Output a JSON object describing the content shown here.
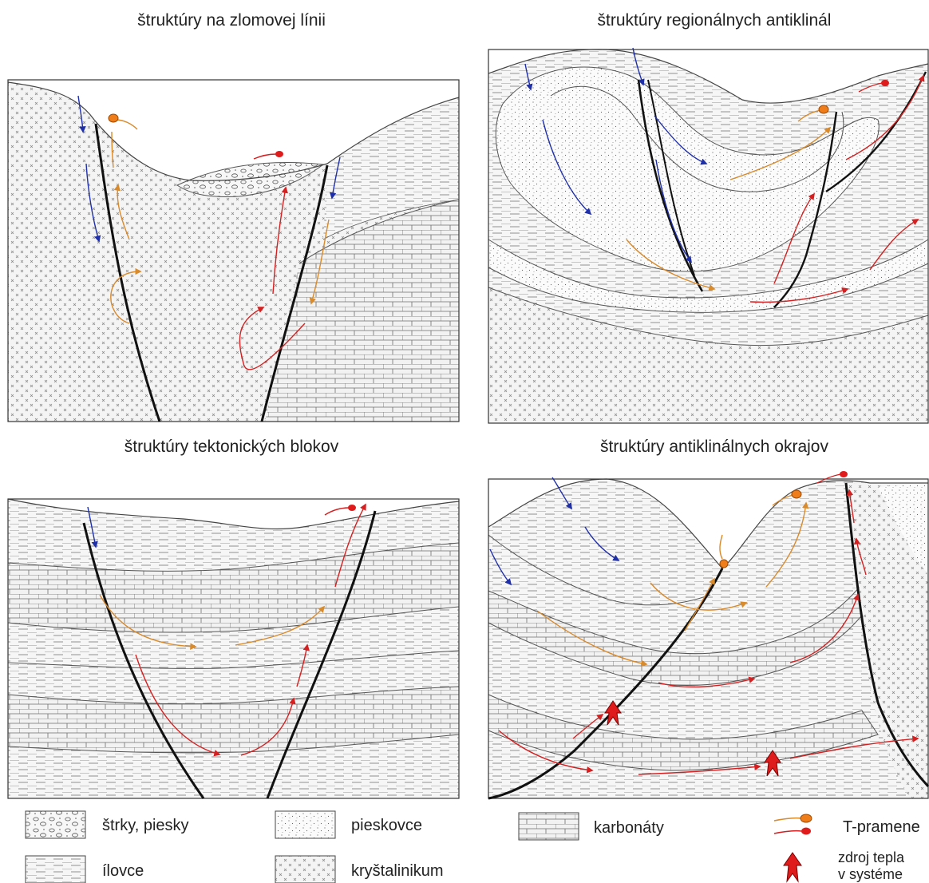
{
  "titles": {
    "top_left": "štruktúry na zlomovej línii",
    "top_right": "štruktúry regionálnych antiklinál",
    "bottom_left": "štruktúry tektonických blokov",
    "bottom_right": "štruktúry antiklinálnych okrajov"
  },
  "legend": {
    "gravel": "štrky, piesky",
    "sandstone": "pieskovce",
    "carbonates": "karbonáty",
    "springs": "T-pramene",
    "claystone": "ílovce",
    "crystalline": "kryštalinikum",
    "heat_line1": "zdroj tepla",
    "heat_line2": "v systéme"
  },
  "colors": {
    "cold_water": "#1f2fa8",
    "mixed_water": "#d98a2b",
    "hot_water": "#d42020",
    "spring_orange": "#ef7d1a",
    "spring_red": "#e01b1b",
    "fault": "#111111"
  }
}
